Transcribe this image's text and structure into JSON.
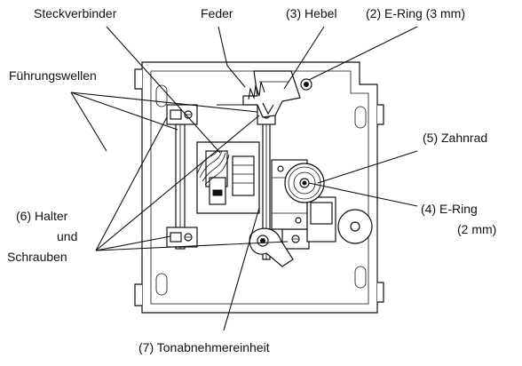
{
  "labels": {
    "steckverbinder": "Steckverbinder",
    "feder": "Feder",
    "hebel": "(3) Hebel",
    "ering3": "(2) E-Ring (3 mm)",
    "fuehrungswellen": "Führungswellen",
    "zahnrad": "(5) Zahnrad",
    "halter_line1": "(6) Halter",
    "halter_line2": "und",
    "halter_line3": "Schrauben",
    "ering2_line1": "(4) E-Ring",
    "ering2_line2": "(2 mm)",
    "tonabnehmer": "(7) Tonabnehmereinheit"
  },
  "colors": {
    "ink": "#111111",
    "paper": "#ffffff"
  }
}
